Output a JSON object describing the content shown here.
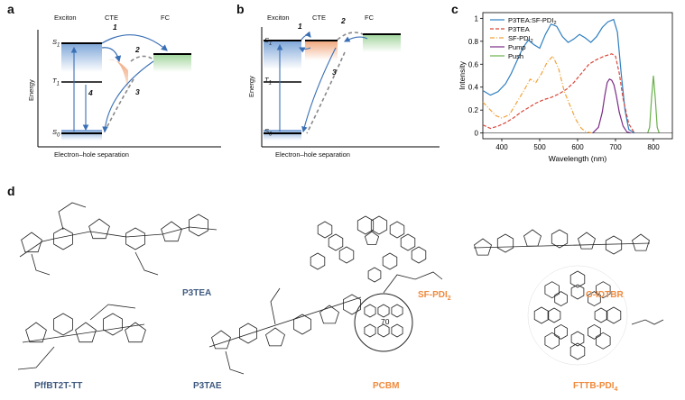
{
  "panels": {
    "a": "a",
    "b": "b",
    "c": "c",
    "d": "d"
  },
  "diagram_a": {
    "col_exciton": "Exciton",
    "col_cte": "CTE",
    "col_fc": "FC",
    "y_label": "Energy",
    "x_label": "Electron–hole separation",
    "s1": "S",
    "s1_sub": "1",
    "t1": "T",
    "t1_sub": "1",
    "s0": "S",
    "s0_sub": "0",
    "step1": "1",
    "step2": "2",
    "step3": "3",
    "step4": "4"
  },
  "diagram_b": {
    "col_exciton": "Exciton",
    "col_cte": "CTE",
    "col_fc": "FC",
    "y_label": "Energy",
    "x_label": "Electron–hole separation",
    "s1": "S",
    "s1_sub": "1",
    "t1": "T",
    "t1_sub": "1",
    "s0": "S",
    "s0_sub": "0",
    "step1": "1",
    "step2": "2",
    "step3": "3"
  },
  "chart_data": {
    "type": "line",
    "xlabel": "Wavelength (nm)",
    "ylabel": "Intensity",
    "xlim": [
      350,
      850
    ],
    "ylim": [
      -0.05,
      1.05
    ],
    "xticks": [
      400,
      500,
      600,
      700,
      800
    ],
    "yticks": [
      0,
      0.2,
      0.4,
      0.6,
      0.8,
      1
    ],
    "legend_position": "top-left",
    "series": [
      {
        "name": "P3TEA:SF-PDI",
        "name_sub": "2",
        "color": "#2e7fc1",
        "dash": "solid",
        "x": [
          350,
          370,
          390,
          410,
          425,
          440,
          455,
          470,
          485,
          500,
          515,
          530,
          545,
          560,
          575,
          590,
          605,
          620,
          635,
          650,
          665,
          680,
          695,
          705,
          715,
          725,
          735,
          750
        ],
        "y": [
          0.37,
          0.33,
          0.36,
          0.43,
          0.52,
          0.63,
          0.74,
          0.81,
          0.77,
          0.74,
          0.86,
          0.95,
          0.93,
          0.84,
          0.79,
          0.82,
          0.86,
          0.83,
          0.79,
          0.84,
          0.92,
          0.97,
          0.99,
          0.88,
          0.52,
          0.2,
          0.03,
          0.0
        ]
      },
      {
        "name": "P3TEA",
        "color": "#d9483b",
        "dash": "dashed",
        "x": [
          350,
          370,
          390,
          410,
          430,
          450,
          470,
          490,
          510,
          530,
          550,
          570,
          590,
          610,
          630,
          650,
          670,
          690,
          700,
          710,
          720,
          735,
          750
        ],
        "y": [
          0.07,
          0.04,
          0.06,
          0.09,
          0.13,
          0.18,
          0.22,
          0.26,
          0.29,
          0.31,
          0.34,
          0.38,
          0.44,
          0.52,
          0.6,
          0.64,
          0.67,
          0.69,
          0.67,
          0.52,
          0.3,
          0.08,
          0.0
        ]
      },
      {
        "name": "SF-PDI",
        "name_sub": "2",
        "color": "#f1a33b",
        "dash": "dashdot",
        "x": [
          350,
          370,
          385,
          400,
          420,
          440,
          460,
          475,
          490,
          505,
          520,
          535,
          550,
          565,
          580,
          595,
          610,
          620,
          630,
          640
        ],
        "y": [
          0.27,
          0.2,
          0.15,
          0.13,
          0.16,
          0.27,
          0.38,
          0.47,
          0.44,
          0.52,
          0.62,
          0.67,
          0.56,
          0.36,
          0.24,
          0.12,
          0.04,
          0.015,
          0.005,
          0.0
        ]
      },
      {
        "name": "Pump",
        "color": "#7b2d86",
        "dash": "solid",
        "x": [
          640,
          655,
          665,
          672,
          678,
          684,
          690,
          696,
          702,
          710,
          720,
          730,
          740
        ],
        "y": [
          0.0,
          0.05,
          0.18,
          0.33,
          0.44,
          0.47,
          0.46,
          0.42,
          0.33,
          0.18,
          0.06,
          0.01,
          0.0
        ]
      },
      {
        "name": "Push",
        "color": "#6ab04c",
        "dash": "solid",
        "x": [
          785,
          790,
          795,
          800,
          805,
          810,
          815
        ],
        "y": [
          0.0,
          0.05,
          0.3,
          0.5,
          0.3,
          0.05,
          0.0
        ]
      }
    ]
  },
  "molecules": {
    "p3tea": "P3TEA",
    "sf_pdi2": "SF-PDI",
    "sf_pdi2_sub": "2",
    "o_idtbr": "O-IDTBR",
    "pffbt2t_tt": "PffBT2T-TT",
    "p3tae": "P3TAE",
    "pcbm": "PCBM",
    "fttb_pdi4": "FTTB-PDI",
    "fttb_pdi4_sub": "4",
    "pcbm_cage_label": "70",
    "name_colors": {
      "polymer": "#3f5a80",
      "acceptor": "#ef8a3c"
    }
  }
}
